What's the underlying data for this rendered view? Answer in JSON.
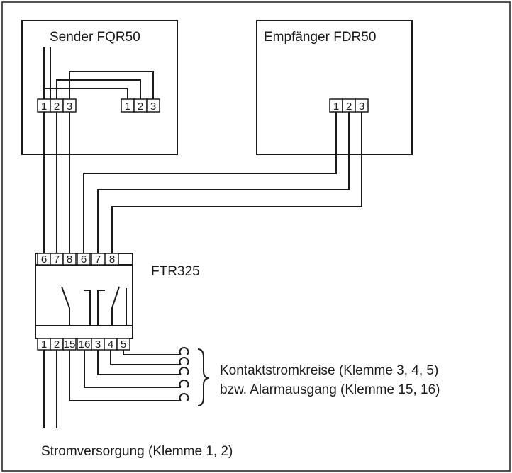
{
  "devices": {
    "sender": {
      "label": "Sender FQR50",
      "terminals_left": [
        "1",
        "2",
        "3"
      ],
      "terminals_right": [
        "1",
        "2",
        "3"
      ]
    },
    "receiver": {
      "label": "Empfänger FDR50",
      "terminals": [
        "1",
        "2",
        "3"
      ]
    },
    "relay": {
      "label": "FTR325",
      "terminals_top": [
        "6",
        "7",
        "8",
        "6",
        "7",
        "8"
      ],
      "terminals_bottom": [
        "1",
        "2",
        "15",
        "16",
        "3",
        "4",
        "5"
      ]
    }
  },
  "annotations": {
    "contact_circuits": "Kontaktstromkreise (Klemme 3, 4, 5)",
    "alarm_output": "bzw. Alarmausgang (Klemme 15, 16)",
    "power_supply": "Stromversorgung (Klemme 1, 2)"
  }
}
